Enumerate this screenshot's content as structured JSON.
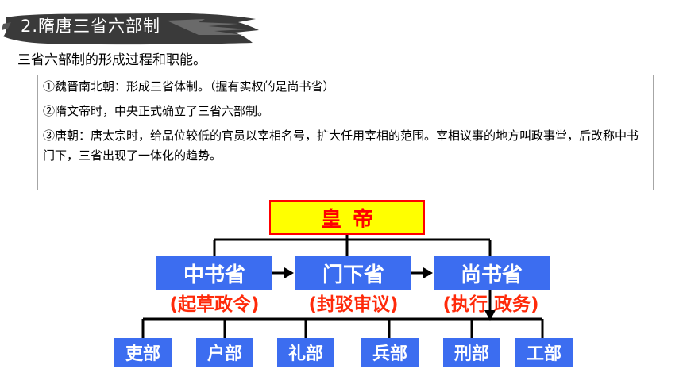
{
  "header": {
    "title": "2.隋唐三省六部制"
  },
  "subtitle": "三省六部制的形成过程和职能。",
  "content": {
    "items": [
      "①魏晋南北朝：形成三省体制。（握有实权的是尚书省）",
      "②隋文帝时，中央正式确立了三省六部制。",
      "③唐朝：唐太宗时，给品位较低的官员以宰相名号，扩大任用宰相的范围。宰相议事的地方叫政事堂，后改称中书门下，三省出现了一体化的趋势。"
    ]
  },
  "diagram": {
    "emperor": "皇帝",
    "sheng": [
      {
        "name": "中书省",
        "function": "(起草政令)"
      },
      {
        "name": "门下省",
        "function": "(封驳审议)"
      },
      {
        "name": "尚书省",
        "function": "(执行 政务)"
      }
    ],
    "bu": [
      "吏部",
      "户部",
      "礼部",
      "兵部",
      "刑部",
      "工部"
    ]
  },
  "colors": {
    "banner": "#3a3a3a",
    "emperor_fill": "#ffff00",
    "emperor_border": "#ff0000",
    "box_blue": "#3c6df0",
    "function_red": "#ff2a0a"
  }
}
